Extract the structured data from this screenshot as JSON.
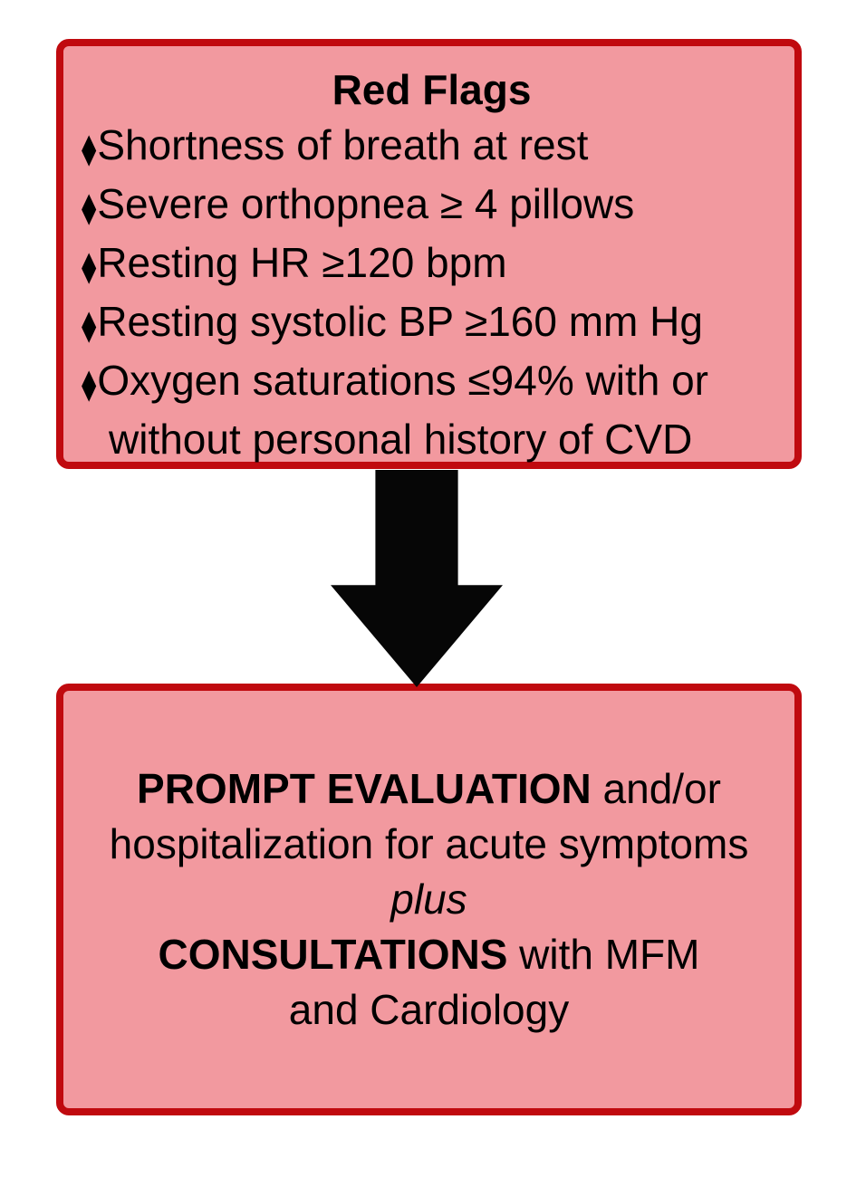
{
  "diagram": {
    "colors": {
      "background": "#FFFFFF",
      "box_fill": "#F2999F",
      "box_border": "#C00A0F",
      "text": "#000000",
      "arrow": "#060606"
    },
    "red_flags_box": {
      "title": "Red Flags",
      "bullet_glyph": "⧫",
      "items": [
        "Shortness of breath at rest",
        "Severe orthopnea ≥ 4 pillows",
        "Resting HR ≥120 bpm",
        "Resting systolic BP ≥160 mm Hg",
        "Oxygen saturations ≤94% with or without personal history of CVD"
      ]
    },
    "arrow": {
      "icon": "down-arrow"
    },
    "action_box": {
      "line1": {
        "bold": "PROMPT EVALUATION",
        "regular": " and/or"
      },
      "line2": "hospitalization for acute symptoms",
      "line3_italic": "plus",
      "line4": {
        "bold": "CONSULTATIONS",
        "regular": " with MFM"
      },
      "line5": "and Cardiology"
    }
  }
}
